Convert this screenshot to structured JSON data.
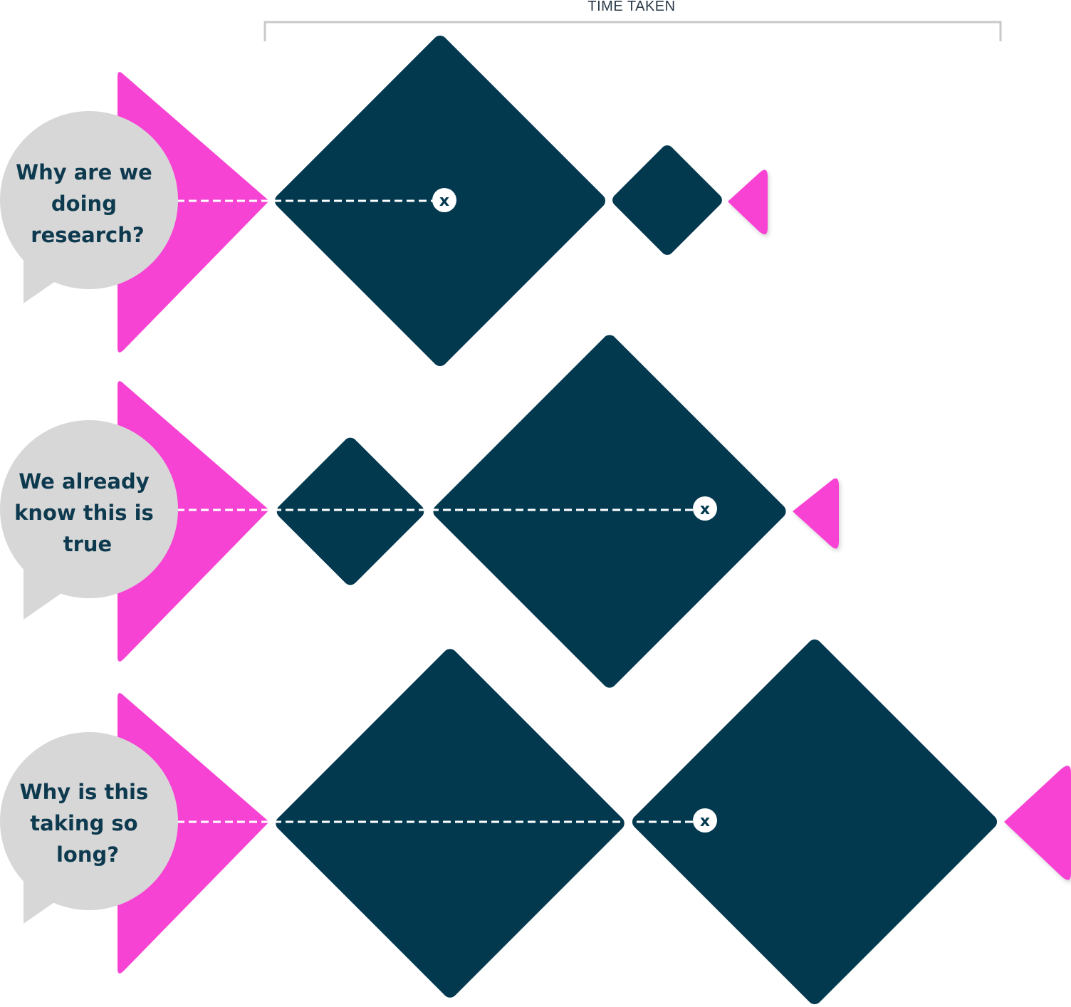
{
  "header": {
    "label": "TIME TAKEN"
  },
  "colors": {
    "pink": "#f743d3",
    "navy": "#02394f",
    "bubble": "#d7d7d7",
    "bubble_text": "#0e3a4f",
    "bracket": "#c8c8c8",
    "dash": "#ffffff",
    "marker_fill": "#ffffff",
    "marker_text": "#02394f",
    "header_text": "#2a3a48"
  },
  "fish": [
    {
      "bubble_lines": [
        "Why are we",
        "doing",
        "research?"
      ],
      "marker_label": "x"
    },
    {
      "bubble_lines": [
        "We already",
        "know this is",
        "true"
      ],
      "marker_label": "x"
    },
    {
      "bubble_lines": [
        "Why is this",
        "taking so",
        "long?"
      ],
      "marker_label": "x"
    }
  ]
}
